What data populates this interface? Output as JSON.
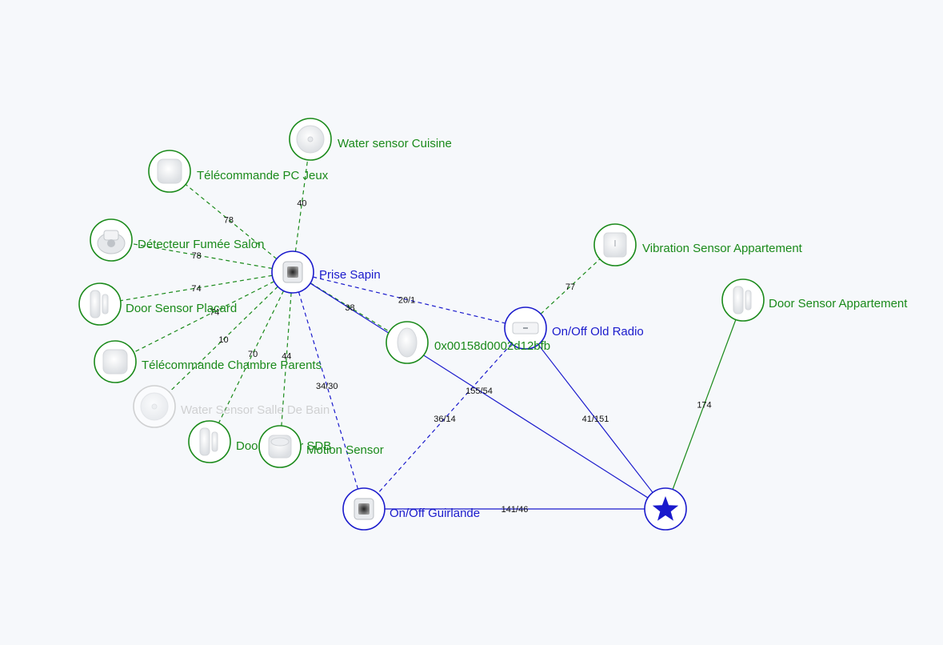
{
  "colors": {
    "router": "#1a1acc",
    "end_device": "#1a8a1a",
    "offline": "#b0b0b0",
    "background": "#f6f8fb"
  },
  "nodes": [
    {
      "id": "coordinator",
      "label": "",
      "role": "coordinator",
      "icon": "star-icon"
    },
    {
      "id": "prise_sapin",
      "label": "Prise Sapin",
      "role": "router",
      "icon": "smart-plug-icon"
    },
    {
      "id": "old_radio",
      "label": "On/Off Old Radio",
      "role": "router",
      "icon": "relay-module-icon"
    },
    {
      "id": "guirlande",
      "label": "On/Off Guirlande",
      "role": "router",
      "icon": "smart-plug-icon"
    },
    {
      "id": "water_cuisine",
      "label": "Water sensor Cuisine",
      "role": "end_device",
      "icon": "water-sensor-icon"
    },
    {
      "id": "telecommande_pc",
      "label": "Télécommande PC Jeux",
      "role": "end_device",
      "icon": "remote-button-icon"
    },
    {
      "id": "fumee_salon",
      "label": "Détecteur Fumée Salon",
      "role": "end_device",
      "icon": "smoke-detector-icon"
    },
    {
      "id": "door_placard",
      "label": "Door Sensor Placard",
      "role": "end_device",
      "icon": "door-sensor-icon"
    },
    {
      "id": "telecommande_parents",
      "label": "Télécommande Chambre Parents",
      "role": "end_device",
      "icon": "remote-button-icon"
    },
    {
      "id": "water_sdb",
      "label": "Water Sensor Salle De Bain",
      "role": "offline",
      "icon": "water-sensor-icon"
    },
    {
      "id": "door_sdb",
      "label": "Door Sensor SDB",
      "role": "end_device",
      "icon": "door-sensor-icon"
    },
    {
      "id": "motion",
      "label": "Motion Sensor",
      "role": "end_device",
      "icon": "motion-sensor-icon"
    },
    {
      "id": "unknown_device",
      "label": "0x00158d0002d12bfb",
      "role": "end_device",
      "icon": "button-sensor-icon"
    },
    {
      "id": "vibration",
      "label": "Vibration Sensor Appartement",
      "role": "end_device",
      "icon": "vibration-sensor-icon"
    },
    {
      "id": "door_appart",
      "label": "Door Sensor Appartement",
      "role": "end_device",
      "icon": "door-sensor-icon"
    }
  ],
  "links": [
    {
      "from": "prise_sapin",
      "to": "water_cuisine",
      "label": "40",
      "style": "dashed",
      "kind": "end_device"
    },
    {
      "from": "prise_sapin",
      "to": "telecommande_pc",
      "label": "78",
      "style": "dashed",
      "kind": "end_device"
    },
    {
      "from": "prise_sapin",
      "to": "fumee_salon",
      "label": "78",
      "style": "dashed",
      "kind": "end_device"
    },
    {
      "from": "prise_sapin",
      "to": "door_placard",
      "label": "74",
      "style": "dashed",
      "kind": "end_device"
    },
    {
      "from": "prise_sapin",
      "to": "telecommande_parents",
      "label": "74",
      "style": "dashed",
      "kind": "end_device"
    },
    {
      "from": "prise_sapin",
      "to": "water_sdb",
      "label": "10",
      "style": "dashed",
      "kind": "end_device"
    },
    {
      "from": "prise_sapin",
      "to": "door_sdb",
      "label": "70",
      "style": "dashed",
      "kind": "end_device"
    },
    {
      "from": "prise_sapin",
      "to": "motion",
      "label": "44",
      "style": "dashed",
      "kind": "end_device"
    },
    {
      "from": "prise_sapin",
      "to": "unknown_device",
      "label": "38",
      "style": "dashed",
      "kind": "end_device"
    },
    {
      "from": "prise_sapin",
      "to": "old_radio",
      "label": "20/1",
      "style": "dashed",
      "kind": "router"
    },
    {
      "from": "prise_sapin",
      "to": "guirlande",
      "label": "34/30",
      "style": "dashed",
      "kind": "router"
    },
    {
      "from": "prise_sapin",
      "to": "coordinator",
      "label": "155/54",
      "style": "solid",
      "kind": "router"
    },
    {
      "from": "old_radio",
      "to": "vibration",
      "label": "77",
      "style": "dashed",
      "kind": "end_device"
    },
    {
      "from": "old_radio",
      "to": "guirlande",
      "label": "36/14",
      "style": "dashed",
      "kind": "router"
    },
    {
      "from": "old_radio",
      "to": "coordinator",
      "label": "41/151",
      "style": "solid",
      "kind": "router"
    },
    {
      "from": "guirlande",
      "to": "coordinator",
      "label": "141/46",
      "style": "solid",
      "kind": "router"
    },
    {
      "from": "coordinator",
      "to": "door_appart",
      "label": "174",
      "style": "solid",
      "kind": "end_device"
    }
  ]
}
